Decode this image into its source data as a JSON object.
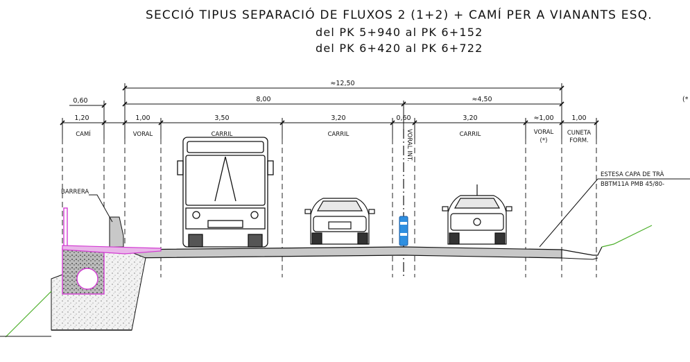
{
  "title": {
    "line1": "SECCIÓ TIPUS SEPARACIÓ DE FLUXOS 2 (1+2) + CAMÍ PER A VIANANTS ESQ.",
    "line2": "del PK 5+940 al PK 6+152",
    "line3": "del PK 6+420 al PK 6+722"
  },
  "dimensions": {
    "total": "≈12,50",
    "left_width": "8,00",
    "right_width": "≈4,50",
    "barrier_width": "0,60",
    "cami_width": "1,20",
    "voral_width": "1,00",
    "carril1_width": "3,50",
    "carril2_width": "3,20",
    "voral_int_width": "0,60",
    "carril3_width": "3,20",
    "voral_right_width": "≈1,00",
    "cuneta_width": "1,00"
  },
  "zones": {
    "cami": "CAMÍ",
    "voral": "VORAL",
    "carril1": "CARRIL",
    "carril2": "CARRIL",
    "voral_int": "VORAL INT.",
    "carril3": "CARRIL",
    "voral_right": "VORAL",
    "voral_right_note": "(*)",
    "cuneta_line1": "CUNETA",
    "cuneta_line2": "FORM."
  },
  "annotations": {
    "barrera": "BARRERA",
    "estesa_line1": "ESTESA CAPA DE TRÀ",
    "estesa_line2": "BBTM11A PMB 45/80-",
    "edge_note": "(*"
  },
  "colors": {
    "line": "#111111",
    "barrier": "#d23cd2",
    "ground": "#4caf2a",
    "bollard": "#2f8fe0",
    "fill_gray": "#c8c8c8"
  }
}
